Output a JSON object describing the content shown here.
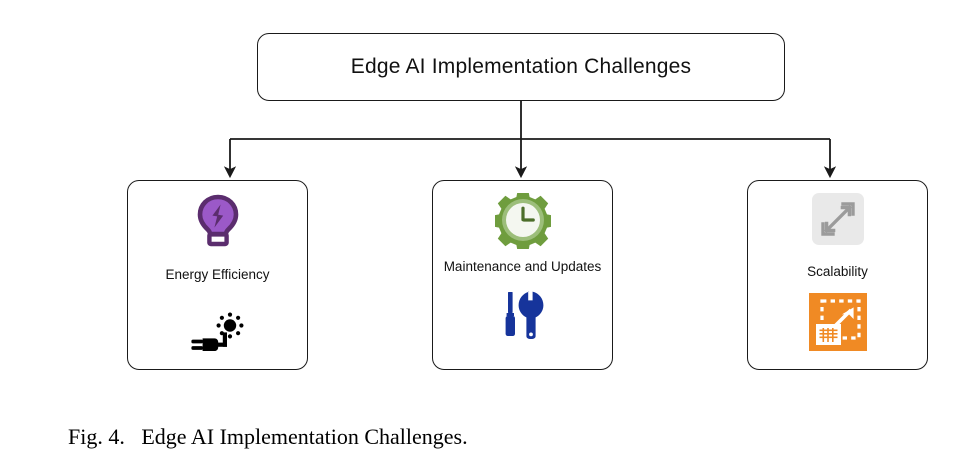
{
  "figure": {
    "root": {
      "title": "Edge AI Implementation Challenges"
    },
    "children": [
      {
        "label": "Energy Efficiency",
        "icon_top": "lightbulb-bolt-icon",
        "icon_bottom": "power-plug-sun-icon",
        "colors": {
          "bulb_fill": "#9B59C8",
          "bulb_outline": "#5B2D6E",
          "plug": "#000000"
        }
      },
      {
        "label": "Maintenance and Updates",
        "icon_top": "gear-clock-icon",
        "icon_bottom": "screwdriver-wrench-icon",
        "colors": {
          "gear_fill": "#6F9D3E",
          "gear_light": "#9CBE7A",
          "clock_face": "#F4F7F0",
          "tools": "#16349B"
        }
      },
      {
        "label": "Scalability",
        "icon_top": "expand-arrows-icon",
        "icon_bottom": "scale-building-icon",
        "colors": {
          "tile_bg": "#E9E9E9",
          "arrow": "#9B9B9B",
          "orange": "#F08A24",
          "white": "#FFFFFF"
        }
      }
    ],
    "connector_color": "#1a1a1a"
  },
  "caption": {
    "number": "Fig. 4.",
    "text": "Edge AI Implementation Challenges."
  }
}
